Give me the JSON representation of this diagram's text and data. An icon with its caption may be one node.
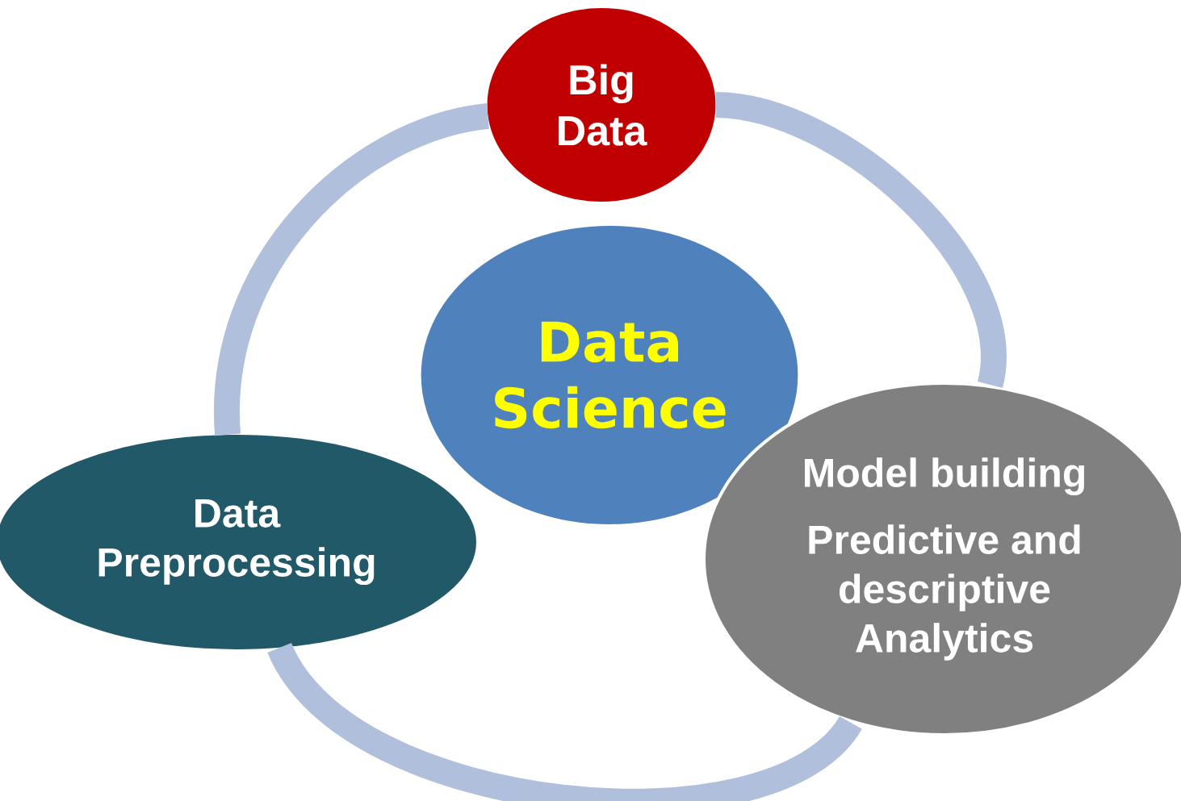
{
  "diagram": {
    "nodes": [
      {
        "text": [
          "Data Science"
        ]
      },
      {
        "text": [
          "Big Data"
        ]
      },
      {
        "text": [
          "Data Preprocessing"
        ]
      },
      {
        "text": [
          "Model building",
          "Predictive and descriptive Analytics"
        ]
      }
    ],
    "edges": [
      {
        "from": 1,
        "to": 3,
        "arrow": "none"
      },
      {
        "from": 3,
        "to": 2,
        "arrow": "none"
      },
      {
        "from": 2,
        "to": 1,
        "arrow": "none"
      }
    ]
  }
}
